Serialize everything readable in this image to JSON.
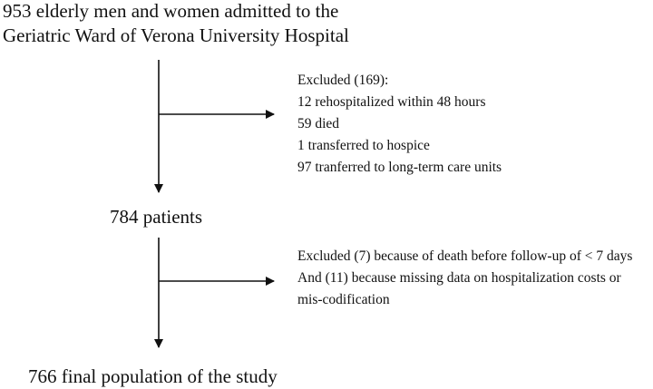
{
  "flowchart": {
    "start": {
      "line1": "953 elderly men and women admitted to the",
      "line2": "Geriatric Ward of Verona University Hospital"
    },
    "excluded_first": {
      "lines": [
        "Excluded (169):",
        "12 rehospitalized within 48 hours",
        "59 died",
        "1 transferred to hospice",
        "97 tranferred to long-term care units"
      ]
    },
    "middle": {
      "label": "784 patients"
    },
    "excluded_second": {
      "lines": [
        "Excluded (7) because of death before follow-up of < 7 days",
        "And (11) because missing data on hospitalization costs or",
        "mis-codification"
      ]
    },
    "final": {
      "label": "766 final population of the study"
    }
  }
}
